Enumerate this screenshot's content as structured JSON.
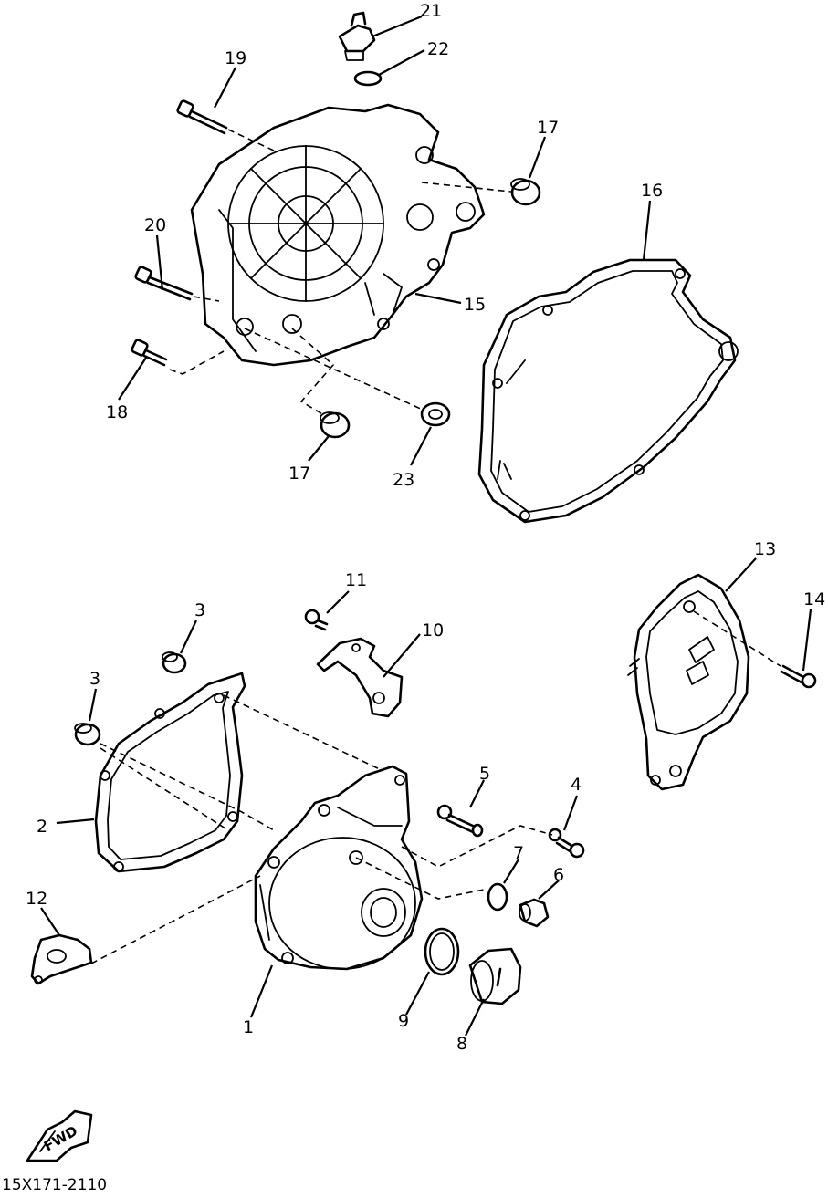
{
  "part_labels": [
    "21",
    "22",
    "19",
    "17",
    "16",
    "20",
    "15",
    "18",
    "17",
    "23",
    "13",
    "11",
    "3",
    "10",
    "14",
    "3",
    "2",
    "5",
    "4",
    "7",
    "6",
    "12",
    "1",
    "9",
    "8"
  ],
  "fwd_label": "FWD",
  "diagram_code": "15X171-2110"
}
